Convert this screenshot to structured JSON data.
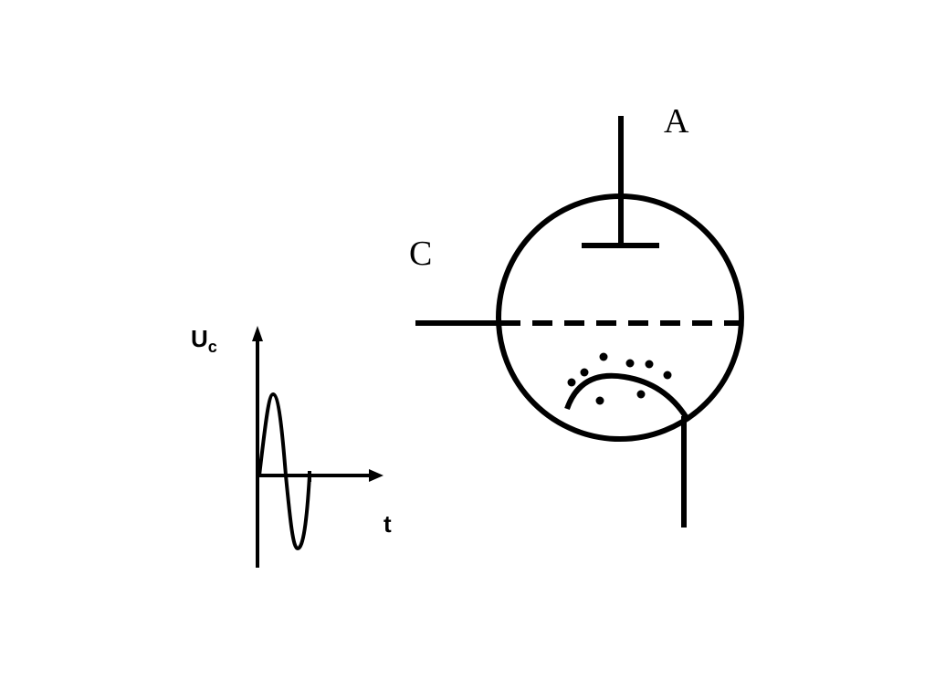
{
  "labels": {
    "anode": "A",
    "grid": "C",
    "voltage_main": "U",
    "voltage_sub": "c",
    "time": "t"
  },
  "colors": {
    "line": "#000000",
    "background": "#ffffff"
  }
}
